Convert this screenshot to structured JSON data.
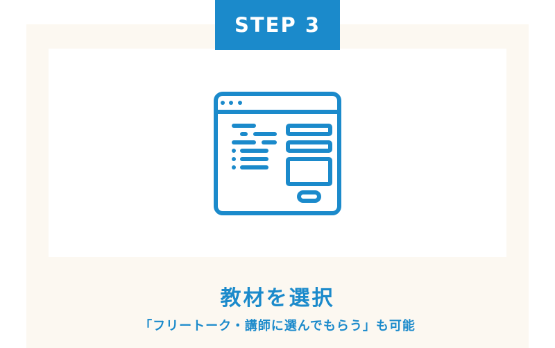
{
  "step": {
    "label": "STEP 3",
    "badge_color": "#1b8acb"
  },
  "illustration": {
    "icon": "browser-window-form-icon",
    "color": "#1b8acb"
  },
  "content": {
    "title": "教材を選択",
    "subtitle": "「フリートーク・講師に選んでもらう」も可能"
  },
  "colors": {
    "card_background": "#fcf8f1",
    "panel_background": "#ffffff",
    "accent": "#1b8acb"
  }
}
